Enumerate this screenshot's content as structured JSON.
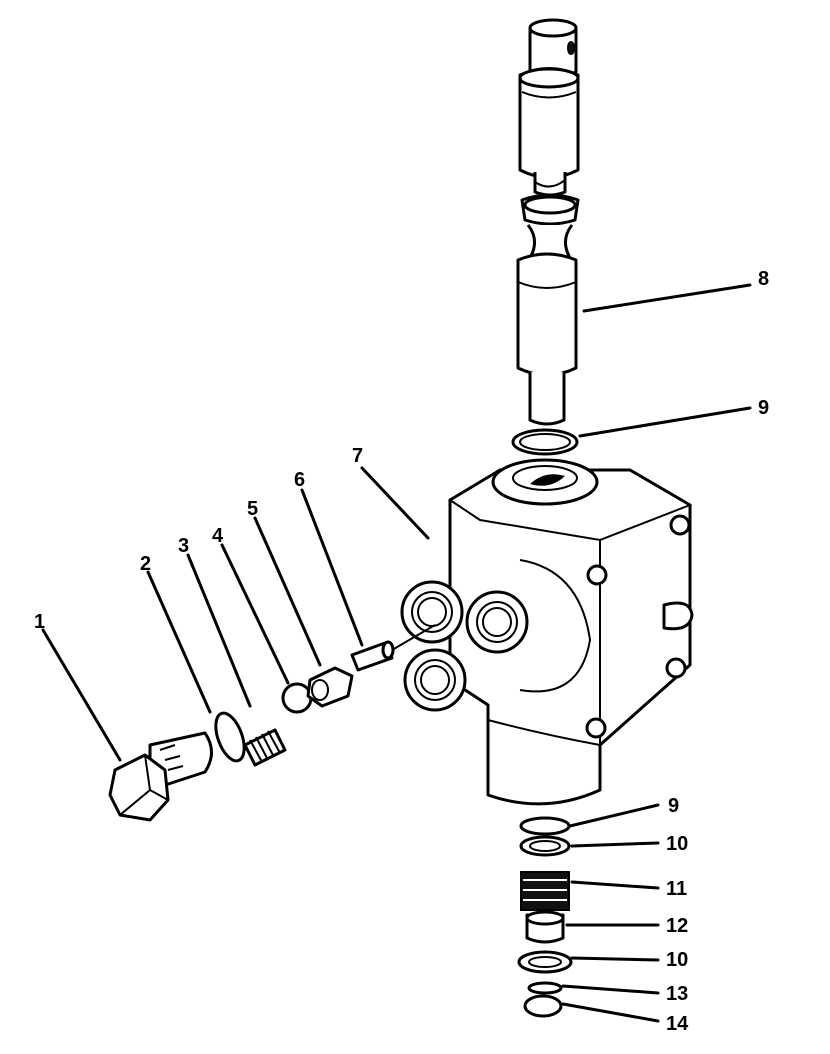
{
  "diagram": {
    "callouts": {
      "c1": "1",
      "c2": "2",
      "c3": "3",
      "c4": "4",
      "c5": "5",
      "c6": "6",
      "c7": "7",
      "c8": "8",
      "c9a": "9",
      "c9b": "9",
      "c10a": "10",
      "c11": "11",
      "c12": "12",
      "c10b": "10",
      "c13": "13",
      "c14": "14"
    }
  }
}
